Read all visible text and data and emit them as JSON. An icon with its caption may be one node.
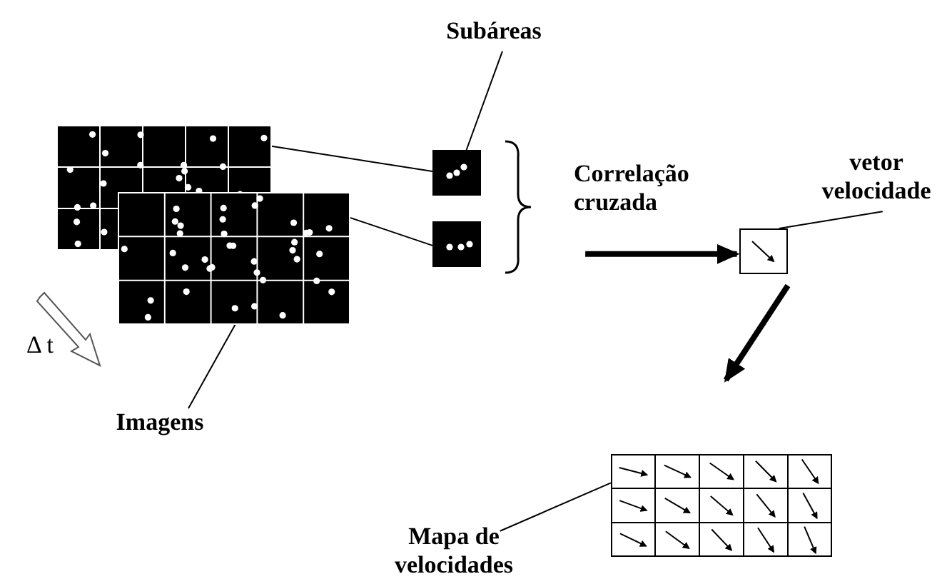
{
  "diagram": {
    "nodes": [
      {
        "text": [
          "Subáreas"
        ]
      },
      {
        "text": [
          "vetor velocidade"
        ]
      },
      {
        "text": [],
        "shape": "picture"
      },
      {
        "text": [],
        "shape": "picture"
      },
      {
        "text": [],
        "shape": "picture"
      },
      {
        "text": [],
        "shape": "picture"
      },
      {
        "text": [],
        "shape": "brace"
      },
      {
        "text": [],
        "shape": "picture"
      },
      {
        "text": [
          "Imagens"
        ]
      },
      {
        "text": [],
        "shape": "picture"
      },
      {
        "text": [
          "Mapa de velocidades"
        ]
      }
    ],
    "edges": [
      {
        "from": 2,
        "to": 4,
        "arrow": "none"
      },
      {
        "from": 3,
        "to": 5,
        "arrow": "none"
      },
      {
        "from": 0,
        "to": 4,
        "arrow": "none"
      },
      {
        "from": 8,
        "to": 3,
        "arrow": "none"
      },
      {
        "from": 6,
        "to": 7,
        "arrow": "to",
        "label": "Correlação cruzada",
        "style": "thick"
      },
      {
        "from": 1,
        "to": 7,
        "arrow": "none"
      },
      {
        "from": 7,
        "to": 9,
        "arrow": "to",
        "style": "thick"
      },
      {
        "from": 10,
        "to": 9,
        "arrow": "none"
      }
    ],
    "labels": [
      "Δ t"
    ]
  }
}
